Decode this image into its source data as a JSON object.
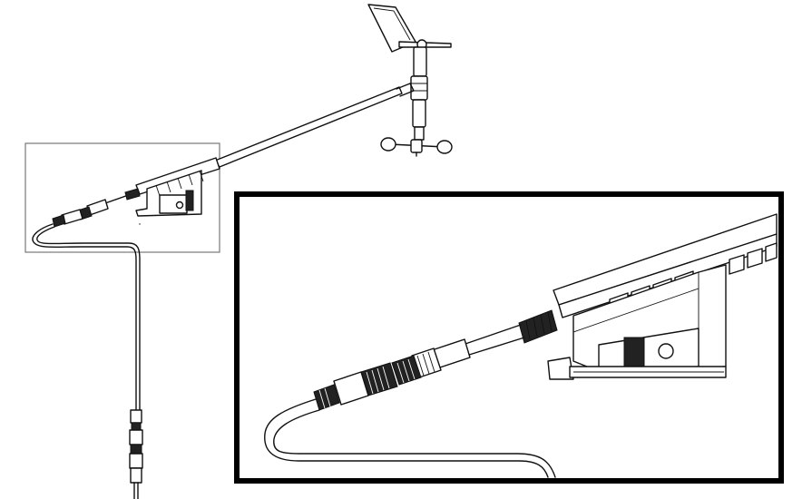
{
  "diagram": {
    "description_labels": [],
    "colors": {
      "line": "#111111",
      "background": "#ffffff",
      "box_thin": "#777777",
      "box_thick": "#000000"
    },
    "parts": [
      "wind-vane",
      "anemometer-cups",
      "mast-arm",
      "mounting-bracket",
      "cable-connector",
      "cable",
      "inset-detail-view"
    ]
  }
}
